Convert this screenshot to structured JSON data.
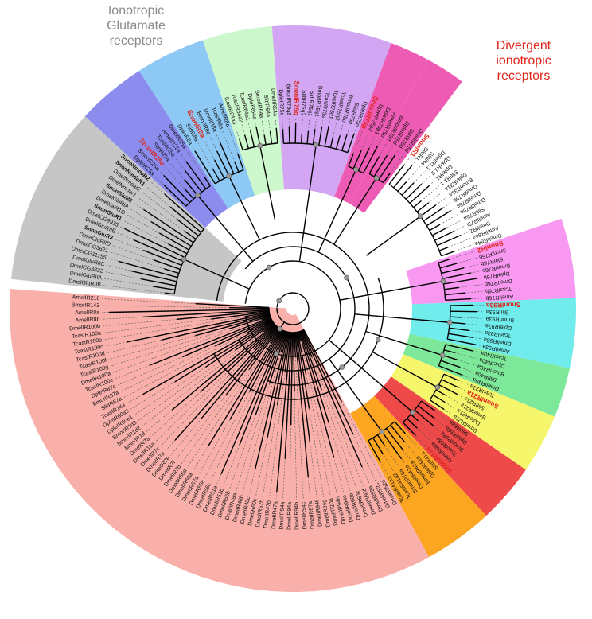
{
  "captions": {
    "glutamate": [
      "Ionotropic",
      "Glutamate",
      "receptors"
    ],
    "divergent": [
      "Divergent",
      "ionotropic",
      "receptors"
    ]
  },
  "colors": {
    "glutamate": "#c6c6c6",
    "ir25a": "#8b8cee",
    "ir8a": "#8ec8f4",
    "ir64a": "#cdf7cd",
    "ir75": "#d2a6f2",
    "ir75p": "#ee5bb4",
    "ir76b": "#f898f1",
    "ir93a": "#71ecec",
    "ir40a": "#7ee89a",
    "ir21a": "#f6f66c",
    "ir68a": "#ef4a4a",
    "ir41a": "#fba521",
    "divergent": "#f9b0ab",
    "highlight": "#e0251b",
    "branch": "#000000",
    "node": "#999999"
  },
  "groups": [
    {
      "id": "glutamate",
      "color_key": "glutamate",
      "bold": false,
      "labels": [
        "DmelGluRIIB",
        "DmelGluRIIA",
        "DmelCG3822",
        "DmelGluRIIC",
        "DmelCG11155",
        "DmelCG5621",
        "DmelGluRIID",
        "SnonGluR3",
        "DmelGluRIIE",
        "DmelCG9935",
        "SnonGluR1",
        "DmelKaiR1D",
        "DmelGluRIA",
        "SnonGluR2",
        "DmelNmdar1",
        "DmelNmdar2",
        "SnonNmdaR1",
        "SnonNmdaR2"
      ]
    },
    {
      "id": "ir25a",
      "color_key": "ir25a",
      "bold": false,
      "labels": [
        "DpleIR25a",
        "BmorIR25a",
        "SnonIR25a",
        "SlitIR25a",
        "TcasIR25a",
        "AmelIR25a",
        "DmelIR25a"
      ]
    },
    {
      "id": "ir8a",
      "color_key": "ir8a",
      "bold": false,
      "labels": [
        "DpleIR8a",
        "SlitIR8a",
        "SnonIR8a",
        "BmorIR8a",
        "DmelIR8a",
        "TcasIR8a",
        "AmelIR8a"
      ]
    },
    {
      "id": "ir64a",
      "color_key": "ir64a",
      "bold": false,
      "labels": [
        "TcasIR64a3",
        "TcasIR64a2",
        "TcasIR64a1",
        "DpleIR64a",
        "BmorIR64a",
        "SlitIR64a",
        "DmelIR64a"
      ]
    },
    {
      "id": "ir75",
      "color_key": "ir75",
      "bold": false,
      "labels": [
        "DpleIR75q",
        "BmorIR75q2",
        "SnonIR75q",
        "SlitIR75q2",
        "SlitIR75q1",
        "BmorIR75q1",
        "TcasIR75s",
        "TcasIR75q1",
        "TcasIR75q2",
        "BmorIR75p",
        "SlitIR75p",
        "DpleIR75p"
      ]
    },
    {
      "id": "ir75p",
      "color_key": "ir75p",
      "bold": false,
      "labels": [
        "SnonIR75p",
        "DpleIR75p2",
        "DpleIR75p1",
        "AmelIR75u"
      ]
    },
    {
      "id": "ir75d",
      "color_key": "ir75p",
      "bold": false,
      "labels": [
        "BmorIR75d",
        "DpleIR75d",
        "SlitIR75d",
        "DmelIR75d"
      ]
    },
    {
      "id": "ir1",
      "color_key": "",
      "bold": false,
      "labels": [
        "SnonIR1",
        "SlitIR1",
        "SlitIR4",
        "DpleIR1.1",
        "DpleIR1.2",
        "DpleIR1",
        "SlitIR1.1",
        "DpleIR31a",
        "BmorIR31a",
        "DmelIR75b",
        "DmelIR75c",
        "DmelIR75a",
        "SlitIR75a",
        "AmelIR75i",
        "DmelIR2",
        "AmelIR84a",
        "DmelIR84a"
      ]
    },
    {
      "id": "ir76b",
      "color_key": "ir76b",
      "bold": false,
      "labels": [
        "SnonIR2",
        "SnonIR76b",
        "SlitIR76b",
        "BmorIR76b",
        "DpleIR76b",
        "DmelIR76b",
        "TcasIR76b",
        "AmelIR76b"
      ]
    },
    {
      "id": "ir93a",
      "color_key": "ir93a",
      "bold": false,
      "labels": [
        "SnonIR93a",
        "SlitIR93a",
        "BmorIR93a",
        "DpleIR93a",
        "TcasIR93a",
        "DmelIR93a",
        "AmelIR93a"
      ]
    },
    {
      "id": "ir40a",
      "color_key": "ir40a",
      "bold": false,
      "labels": [
        "TcasIR40a",
        "DpleIR40a",
        "BmorIR40a",
        "SlitIR40a",
        "DmelIR40a"
      ]
    },
    {
      "id": "ir21a",
      "color_key": "ir21a",
      "bold": false,
      "labels": [
        "TcasIR21a",
        "SnonIR21a",
        "SlitIR21a",
        "BmorIR21a",
        "DpleIR21a",
        "DmelIR21a"
      ]
    },
    {
      "id": "ir68a",
      "color_key": "ir68a",
      "bold": false,
      "labels": [
        "SlitIR68a",
        "DpleIR68a",
        "BmorIR68a",
        "TcasIR68a",
        "AmelIR68a",
        "SnonIR11a"
      ]
    },
    {
      "id": "ir41a",
      "color_key": "ir41a",
      "bold": false,
      "labels": [
        "SlitIR41a",
        "DpleIR41a",
        "BmorIR41a",
        "DmelIR41a",
        "BmorIR76a",
        "TcasIR41a2",
        "TcasIR41a1"
      ]
    },
    {
      "id": "divergent",
      "color_key": "divergent",
      "bold": false,
      "labels": [
        "DmelIR52d",
        "DmelIR52c",
        "DmelIR52a",
        "DmelIR60d",
        "DmelIR60c",
        "DmelIR60b",
        "DmelIR94e",
        "DmelIR94h",
        "DmelIR20a",
        "DmelIR94g",
        "DmelIR94f",
        "DmelIR67a",
        "DmelIR94c",
        "DmelIR94b",
        "DmelIR94a",
        "DmelIR54a",
        "DmelIR47a",
        "DmelIR47b",
        "DmelIR67b",
        "DmelIR60e",
        "DmelIR48c",
        "DmelIR48b",
        "DmelIR48a",
        "DmelIR56b",
        "DmelIR51b",
        "DmelIR51a",
        "DmelIR56c",
        "DmelIR56a",
        "DmelIR87a",
        "DmelIR60a",
        "DmelIR56d",
        "DmelIR7g",
        "DmelIR7f",
        "DmelIR7e",
        "DmelIR7d",
        "DmelIR7c",
        "DmelIR11a",
        "DmelIR7a",
        "BmorIR1d",
        "BmorIR1d2",
        "BmorIR1d3",
        "DpleIR60a1",
        "DpleIR60a2",
        "TcasIR144",
        "SlitIR87a",
        "BmorIR87a",
        "DpleIR87a",
        "TcasIR100e",
        "DmelIR100a",
        "TcasIR100g",
        "TcasIR100f",
        "TcasIR100d",
        "TcasIR100c",
        "TcasIR100b",
        "TcasIR100a",
        "DmelIR100b",
        "AmelIR8b",
        "AmelIR8a",
        "BmorIR143",
        "AmelIR218"
      ]
    }
  ],
  "highlighted_labels": [
    "SnonIR25a",
    "SnonIR8a",
    "SnonIR75q",
    "SnonIR75p",
    "SnonIR1",
    "SnonIR2",
    "SnonIR93a",
    "SnonIR21a",
    "SnonIR11a"
  ],
  "bold_labels": [
    "SnonGluR1",
    "SnonGluR2",
    "SnonGluR3",
    "SnonNmdaR1",
    "SnonNmdaR2"
  ]
}
